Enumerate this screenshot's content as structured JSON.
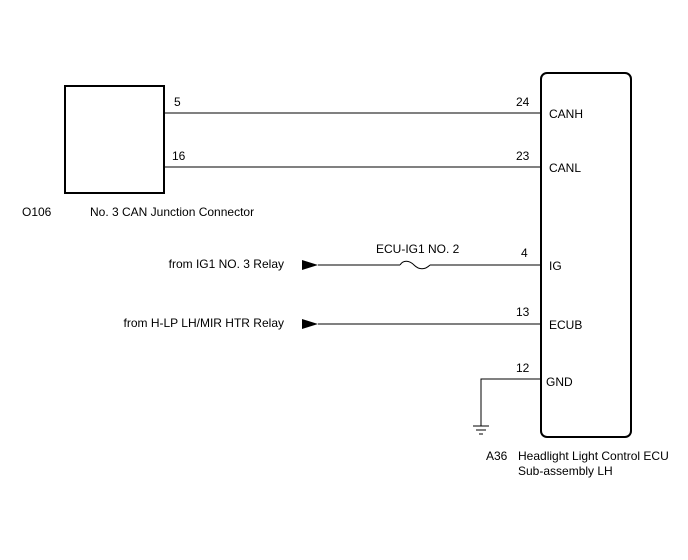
{
  "junction_connector": {
    "code": "O106",
    "name": "No. 3 CAN Junction Connector",
    "pins": {
      "canh": "5",
      "canl": "16"
    }
  },
  "ecu": {
    "code": "A36",
    "name_line1": "Headlight Light Control ECU",
    "name_line2": "Sub-assembly LH",
    "pins": [
      {
        "number": "24",
        "signal": "CANH"
      },
      {
        "number": "23",
        "signal": "CANL"
      },
      {
        "number": "4",
        "signal": "IG"
      },
      {
        "number": "13",
        "signal": "ECUB"
      },
      {
        "number": "12",
        "signal": "GND"
      }
    ]
  },
  "sources": {
    "ig_source": "from IG1 NO. 3 Relay",
    "ecub_source": "from H-LP LH/MIR HTR Relay"
  },
  "fuse": {
    "label": "ECU-IG1 NO. 2"
  },
  "icons": [
    "arrow-right-icon",
    "fuse-icon",
    "ground-icon"
  ]
}
